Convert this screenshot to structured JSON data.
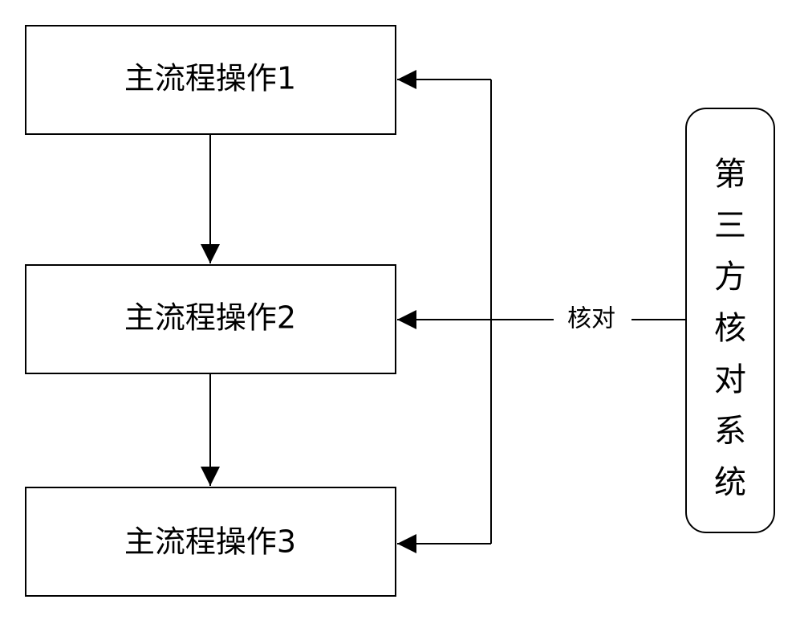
{
  "nodes": {
    "step1": {
      "label": "主流程操作1"
    },
    "step2": {
      "label": "主流程操作2"
    },
    "step3": {
      "label": "主流程操作3"
    },
    "third_party": {
      "label": "第三方核对系统"
    }
  },
  "edges": {
    "verify": {
      "label": "核对"
    }
  }
}
